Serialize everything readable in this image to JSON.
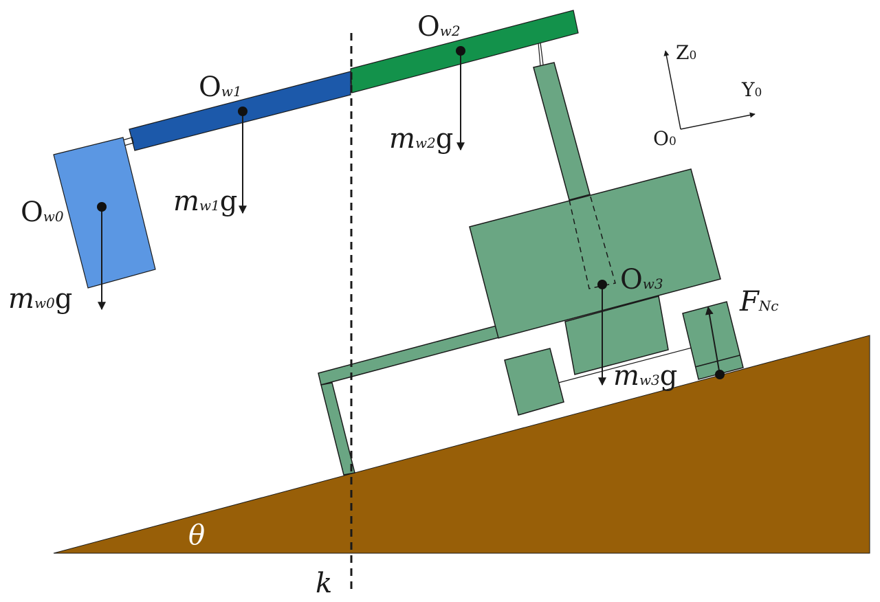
{
  "colors": {
    "ground": "#985f08",
    "boom_light_blue": "#5b97e3",
    "boom_dark_blue": "#1c59aa",
    "boom_green": "#13924b",
    "body_green": "#6aa683",
    "outline": "#1a1a1a",
    "background": "#ffffff"
  },
  "icons": {
    "center_of_mass": "filled-circle",
    "force": "arrow"
  },
  "labels": {
    "ow0": {
      "main": "O",
      "sub": "w0"
    },
    "ow1": {
      "main": "O",
      "sub": "w1"
    },
    "ow2": {
      "main": "O",
      "sub": "w2"
    },
    "ow3": {
      "main": "O",
      "sub": "w3"
    },
    "mw0g": {
      "m": "m",
      "sub": "w0",
      "g": "g"
    },
    "mw1g": {
      "m": "m",
      "sub": "w1",
      "g": "g"
    },
    "mw2g": {
      "m": "m",
      "sub": "w2",
      "g": "g"
    },
    "mw3g": {
      "m": "m",
      "sub": "w3",
      "g": "g"
    },
    "fnc": {
      "main": "F",
      "sub": "Nc"
    },
    "theta": "θ",
    "k": "k"
  },
  "axes": {
    "z": {
      "main": "Z",
      "sub": "0"
    },
    "y": {
      "main": "Y",
      "sub": "0"
    },
    "origin": {
      "main": "O",
      "sub": "0"
    }
  }
}
